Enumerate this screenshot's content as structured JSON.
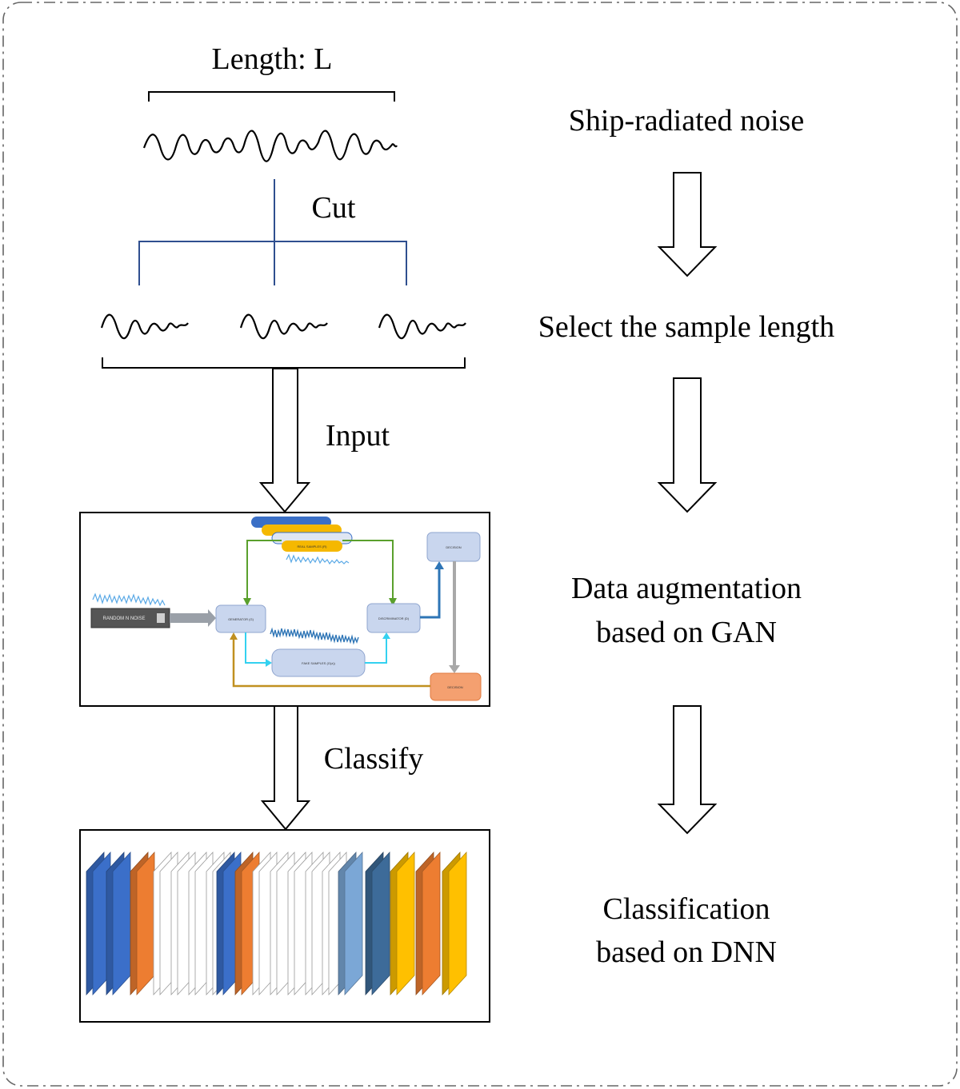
{
  "signal_side": {
    "length_label": "Length: L",
    "cut_label": "Cut",
    "input_label": "Input",
    "classify_label": "Classify"
  },
  "steps": [
    {
      "label": "Ship-radiated noise"
    },
    {
      "label": "Select the sample length"
    },
    {
      "label_line1": "Data augmentation",
      "label_line2": "based on GAN"
    },
    {
      "label_line1": "Classification",
      "label_line2": "based on DNN"
    }
  ],
  "gan_diagram": {
    "real_samples": "REAL SAMPLES (R)",
    "random_noise": "RANDOM N NOISE",
    "generator": "GENERATOR (G)",
    "fake_samples": "FAKE SAMPLES (G(z))",
    "discriminator": "DISCRIMINATOR (D)",
    "decision_top": "DECISION",
    "decision_bottom": "DECISION",
    "colors": {
      "box_fill": "#c9d6ee",
      "green_arrow": "#5aa02c",
      "cyan_arrow": "#33d1f0",
      "blue_arrow": "#2e75b6",
      "gold_arrow": "#c09020",
      "decision_bottom": "#f4a070"
    }
  },
  "dnn_diagram": {
    "layer_colors": {
      "blue": "#3b6fc9",
      "orange": "#ed7d31",
      "white": "#ffffff",
      "light_blue": "#7ba7d6",
      "steel_blue": "#3d6b99",
      "yellow": "#ffc000"
    }
  }
}
